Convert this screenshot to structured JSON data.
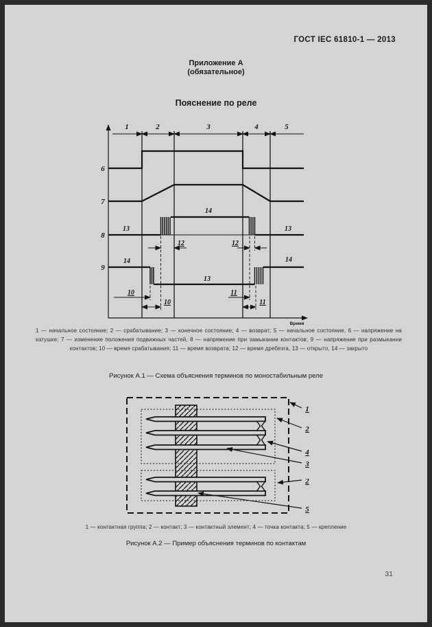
{
  "page": {
    "standard_number": "ГОСТ IEC 61810-1 — 2013",
    "appendix_title": "Приложение А",
    "appendix_type": "(обязательное)",
    "section_title": "Пояснение по реле",
    "page_number": "31"
  },
  "figure_a1": {
    "labels": {
      "regions": [
        "1",
        "2",
        "3",
        "4",
        "5"
      ],
      "rows": [
        "6",
        "7",
        "8",
        "9"
      ],
      "no_contact": [
        "13",
        "14",
        "13"
      ],
      "nc_contact": [
        "14",
        "13",
        "14"
      ],
      "bounce": [
        "12",
        "12"
      ],
      "operate": [
        "10",
        "10"
      ],
      "release": [
        "11",
        "11"
      ],
      "time_axis": "Время"
    },
    "legend": "1 — начальное состояние; 2 — срабатывание; 3 — конечное состояние; 4 — возврат; 5 — начальное состояние, 6 — напряжение на катушке; 7 — изменение положения подвижных частей, 8 — напряжение при замыкании контактов; 9 — напряжение при размыкании контактов; 10 — время срабатывания; 11 — время возврата; 12 — время дребезга, 13 — открыто, 14 — закрыто",
    "caption": "Рисунок А.1 — Схема объяснения терминов по моностабильным реле"
  },
  "figure_a2": {
    "callouts": [
      "1",
      "2",
      "4",
      "3",
      "2",
      "5"
    ],
    "legend": "1 — контактная группа; 2 — контакт; 3 — контактный элемент; 4 — точка контакта; 5 — крепление",
    "caption": "Рисунок А.2 — Пример объяснения терминов по контактам"
  }
}
